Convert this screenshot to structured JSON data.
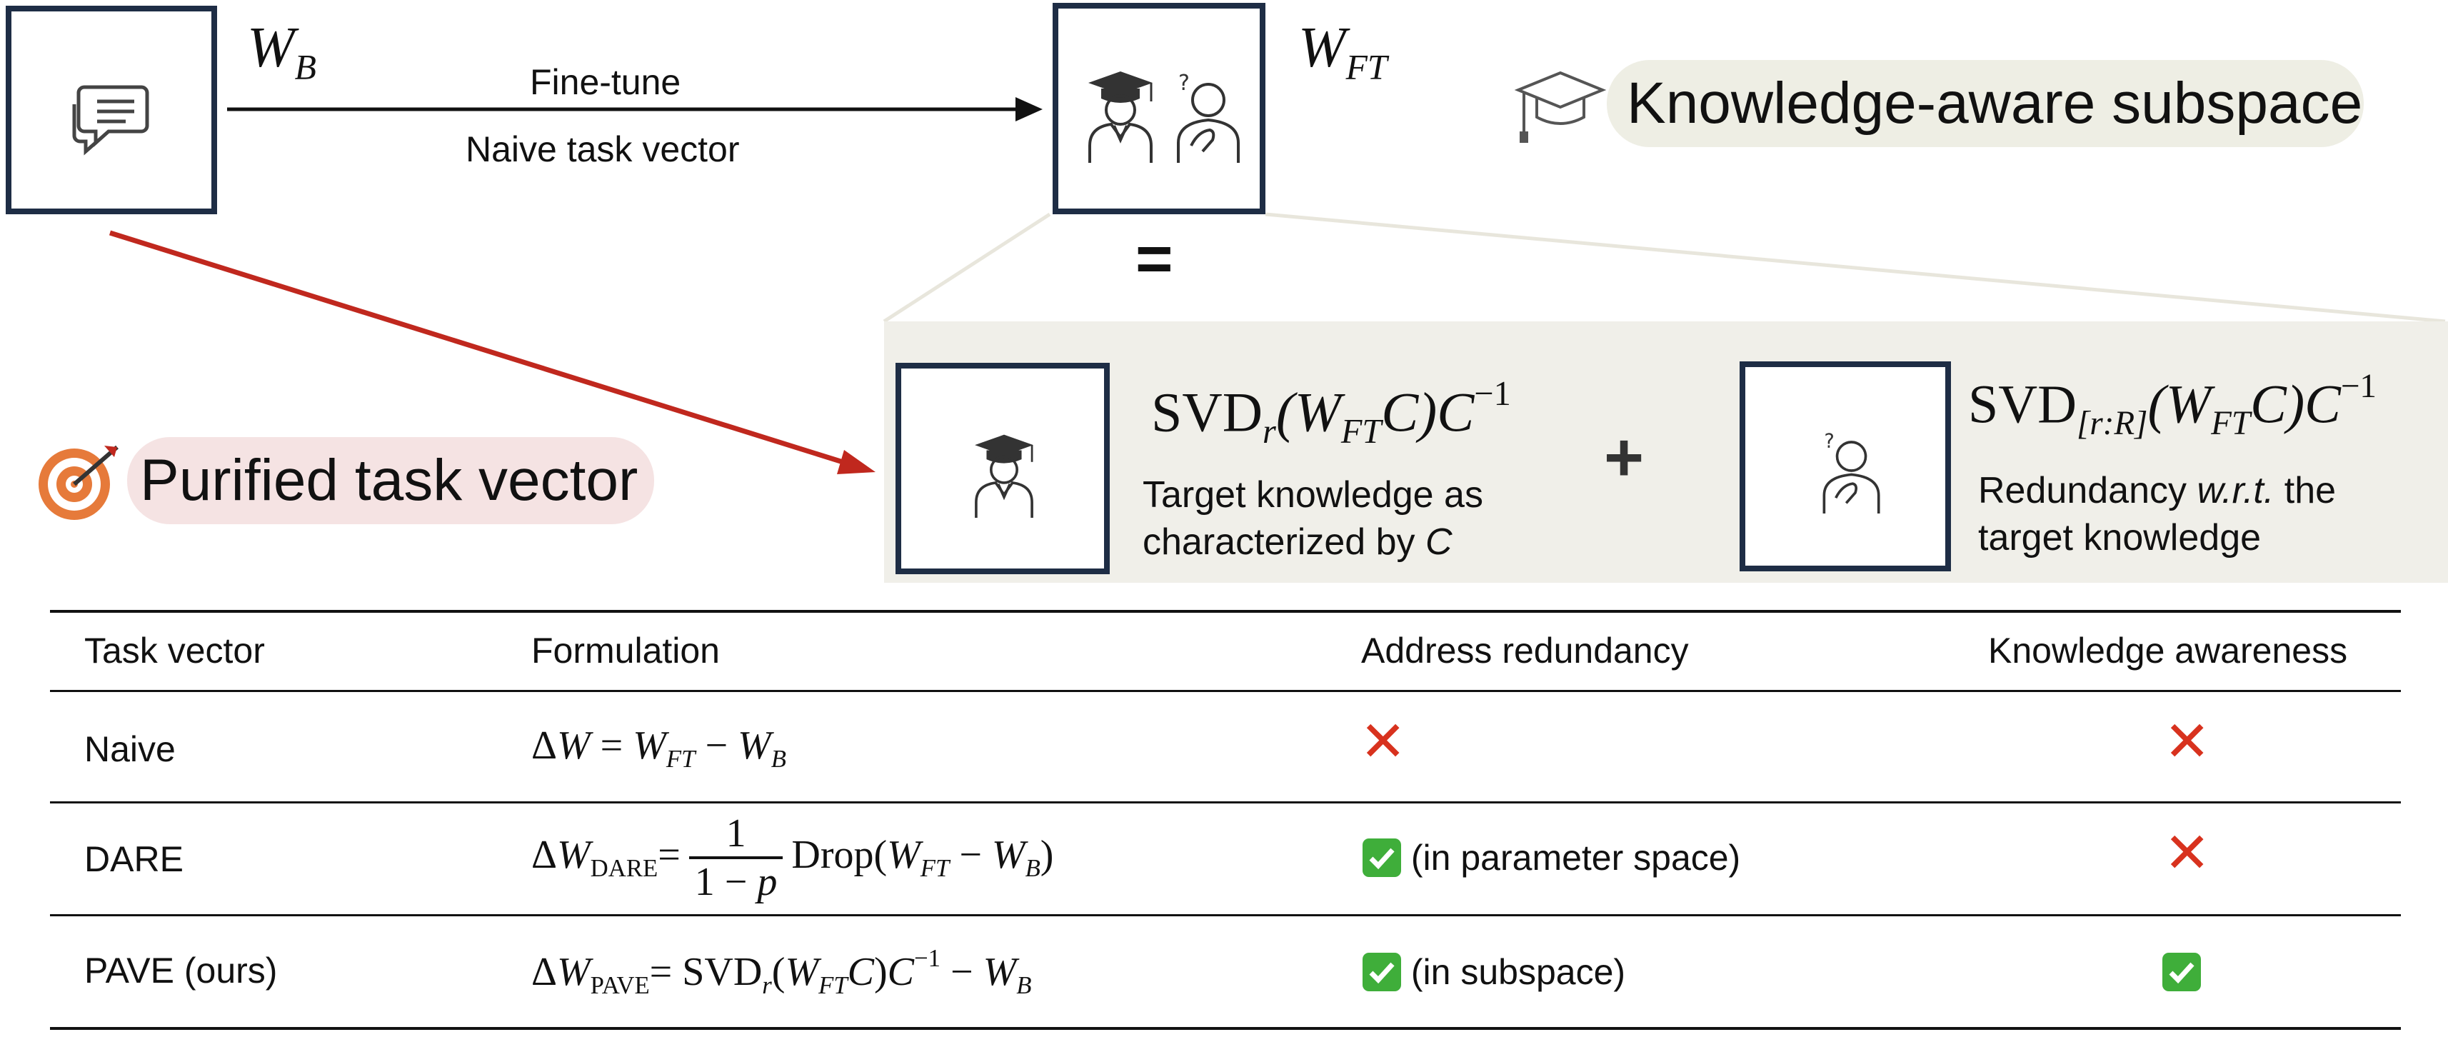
{
  "top": {
    "base_label": "W",
    "base_sub": "B",
    "ft_label": "W",
    "ft_sub": "FT",
    "arrow_label_top": "Fine-tune",
    "arrow_label_bottom": "Naive task vector",
    "equals": "=",
    "knowledge_title": "Knowledge-aware subspace",
    "purified_title": "Purified task vector"
  },
  "decomposition": {
    "left_formula": {
      "svd": "SVD",
      "sub": "r",
      "arg": "(W",
      "arg_sub": "FT",
      "arg_rest": "C)C",
      "sup": "−1"
    },
    "left_caption_line1": "Target knowledge as",
    "left_caption_line2": "characterized by ",
    "left_caption_var": "C",
    "plus": "+",
    "right_formula": {
      "svd": "SVD",
      "sub": "[r:R]",
      "arg": "(W",
      "arg_sub": "FT",
      "arg_rest": "C)C",
      "sup": "−1"
    },
    "right_caption_line1_pre": "Redundancy ",
    "right_caption_line1_em": "w.r.t.",
    "right_caption_line1_post": " the",
    "right_caption_line2": "target knowledge"
  },
  "table": {
    "headers": [
      "Task vector",
      "Formulation",
      "Address redundancy",
      "Knowledge awareness"
    ],
    "rows": [
      {
        "name": "Naive",
        "redundancy_note": "",
        "redundancy": "no",
        "awareness": "no"
      },
      {
        "name": "DARE",
        "redundancy_note": "(in parameter space)",
        "redundancy": "yes",
        "awareness": "no"
      },
      {
        "name": "PAVE (ours)",
        "redundancy_note": "(in subspace)",
        "redundancy": "yes",
        "awareness": "yes"
      }
    ],
    "formulas": {
      "naive": "ΔW = W_FT − W_B",
      "dare_frac_num": "1",
      "dare_frac_den": "1 − p",
      "dare_sub": "DARE",
      "pave_sub": "PAVE"
    }
  },
  "colors": {
    "box_border": "#1e2d45",
    "arrow_red": "#c0281e",
    "panel_bg": "#f0efe9",
    "pill_green": "#eeeee4",
    "pill_red": "#f5e3e3",
    "cross": "#d8321e",
    "check": "#3fae3a"
  },
  "icons": [
    "chat-icon",
    "graduate-icon",
    "thinking-person-icon",
    "mortarboard-icon",
    "target-icon",
    "cross-icon",
    "check-icon"
  ]
}
